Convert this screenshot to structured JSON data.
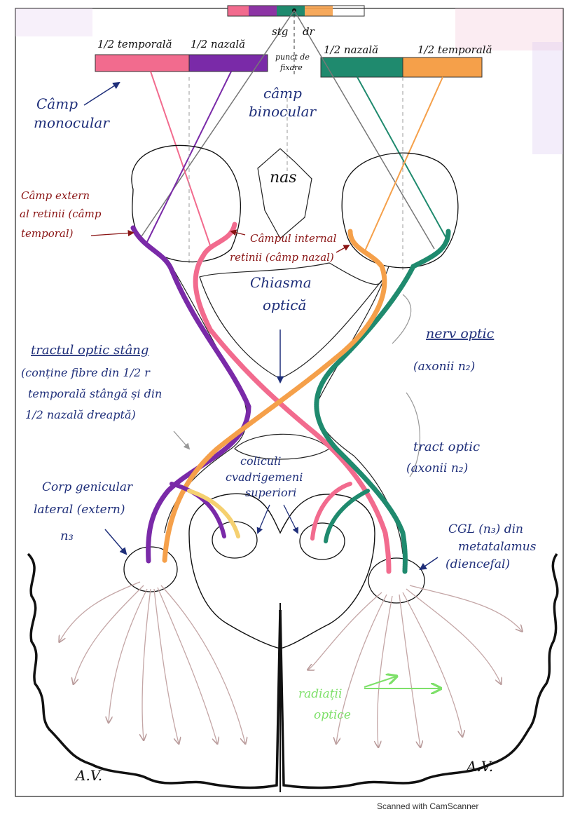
{
  "visual_field": {
    "left_temporal": "1/2 temporală",
    "left_nasal": "1/2 nazală",
    "right_nasal": "1/2 nazală",
    "right_temporal": "1/2 temporală",
    "side_left": "stg",
    "side_right": "dr",
    "fixation_line1": "punct de",
    "fixation_line2": "fixare"
  },
  "labels": {
    "monocular_1": "Câmp",
    "monocular_2": "monocular",
    "binocular_1": "câmp",
    "binocular_2": "binocular",
    "nose": "nas",
    "ext_retina_1": "Câmp extern",
    "ext_retina_2": "al retinii (câmp",
    "ext_retina_3": "temporal)",
    "int_retina_1": "Câmpul internal",
    "int_retina_2": "retinii (câmp nazal)",
    "chiasma_1": "Chiasma",
    "chiasma_2": "optică",
    "tract_left_1": "tractul optic stâng",
    "tract_left_2": "(conține fibre din 1/2 r",
    "tract_left_3": "temporală stângă și din",
    "tract_left_4": "1/2 nazală dreaptă)",
    "nerve_1": "nerv optic",
    "nerve_2": "(axonii n₂)",
    "tract_right_1": "tract optic",
    "tract_right_2": "(axonii n₂)",
    "colliculi_1": "coliculi",
    "colliculi_2": "cvadrigemeni",
    "colliculi_3": "superiori",
    "lgb_1": "Corp genicular",
    "lgb_2": "lateral (extern)",
    "lgb_3": "n₃",
    "cgl_1": "CGL (n₃) din",
    "cgl_2": "metatalamus",
    "cgl_3": "(diencefal)",
    "radiation_1": "radiații",
    "radiation_2": "optice",
    "av_left": "A.V.",
    "av_right": "A.V."
  },
  "colors": {
    "left_temporal": "#f26b8e",
    "left_nasal": "#7a2aa8",
    "right_nasal": "#1f8a6e",
    "right_temporal": "#f5a04a",
    "label_blue": "#1f2f7a",
    "label_red": "#8a1414",
    "radiation_green": "#7ee06a"
  },
  "footer": {
    "scanner": "Scanned with CamScanner"
  }
}
